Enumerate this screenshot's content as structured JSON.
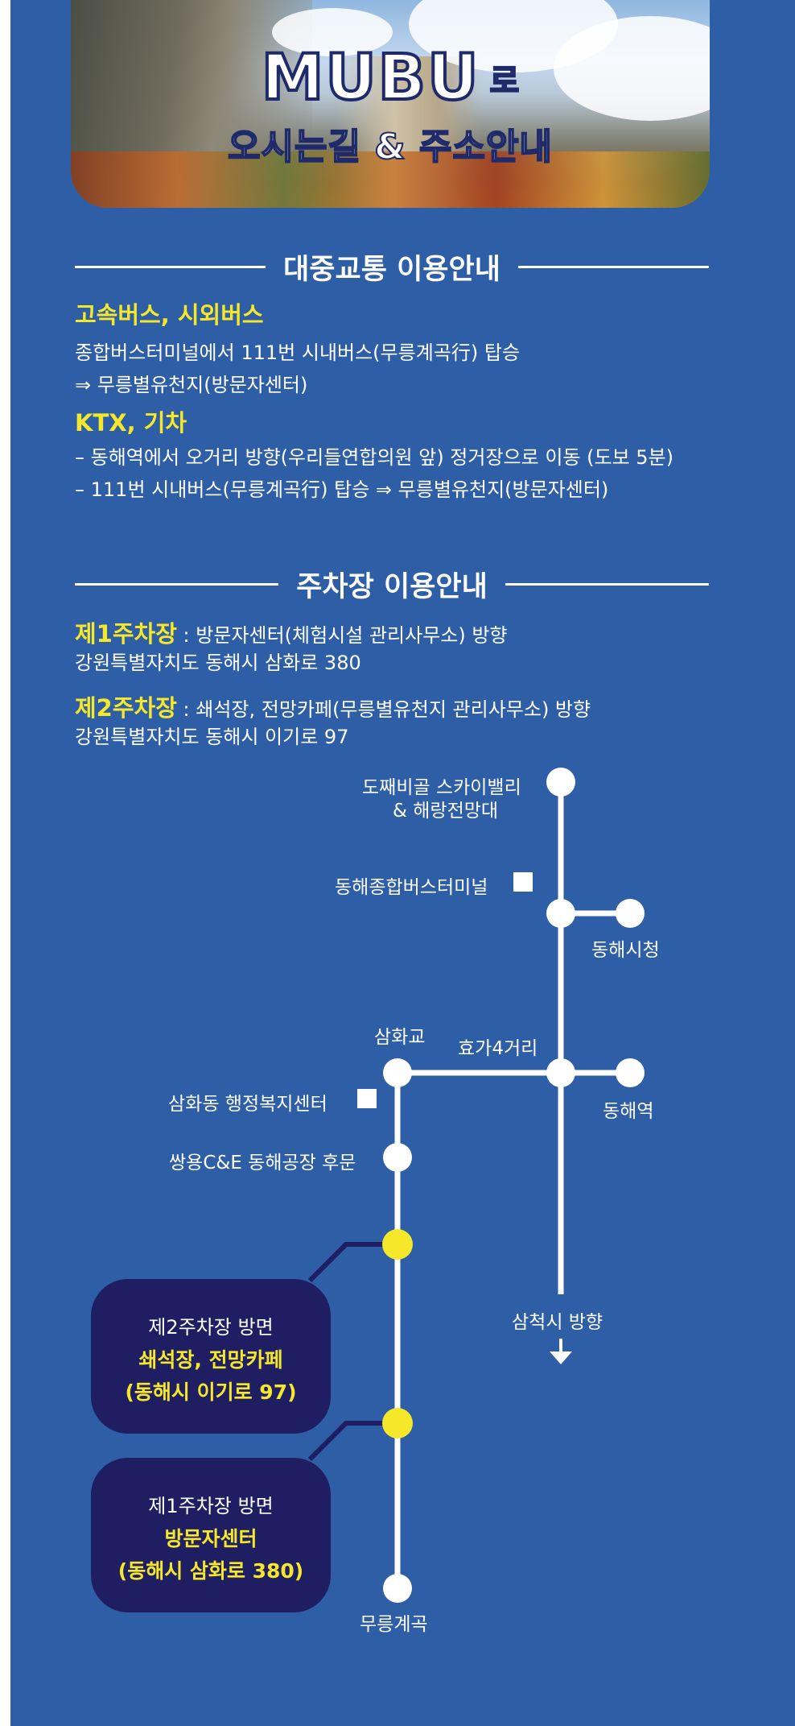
{
  "hero": {
    "logo_text": "MUBU",
    "logo_suffix": "로",
    "subtitle": "오시는길 & 주소안내"
  },
  "transit": {
    "heading": "대중교통 이용안내",
    "bus": {
      "title": "고속버스, 시외버스",
      "line1": "종합버스터미널에서 111번 시내버스(무릉계곡行) 탑승",
      "line2": "⇒ 무릉별유천지(방문자센터)"
    },
    "train": {
      "title": "KTX, 기차",
      "line1": "– 동해역에서 오거리 방향(우리들연합의원 앞) 정거장으로 이동 (도보 5분)",
      "line2": "– 111번 시내버스(무릉계곡行) 탑승 ⇒ 무릉별유천지(방문자센터)"
    }
  },
  "parking": {
    "heading": "주차장 이용안내",
    "lot1": {
      "label": "제1주차장",
      "desc": " : 방문자센터(체험시설 관리사무소) 방향",
      "address": "강원특별자치도 동해시 삼화로 380"
    },
    "lot2": {
      "label": "제2주차장",
      "desc": " : 쇄석장, 전망카페(무릉별유천지 관리사무소) 방향",
      "address": "강원특별자치도 동해시 이기로 97"
    }
  },
  "map": {
    "stops": {
      "dokkaebi_line1": "도째비골 스카이밸리",
      "dokkaebi_line2": "& 해랑전망대",
      "bus_terminal": "동해종합버스터미널",
      "city_hall": "동해시청",
      "samhwa_bridge": "삼화교",
      "hyoga": "효가4거리",
      "samhwa_center": "삼화동 행정복지센터",
      "donghae_station": "동해역",
      "ssangyong": "쌍용C&E 동해공장 후문",
      "samcheok": "삼척시 방향",
      "mureung": "무릉계곡"
    },
    "lot2_bubble": {
      "line1": "제2주차장 방면",
      "line2": "쇄석장, 전망카페",
      "line3": "(동해시 이기로 97)"
    },
    "lot1_bubble": {
      "line1": "제1주차장 방면",
      "line2": "방문자센터",
      "line3": "(동해시 삼화로 380)"
    }
  },
  "colors": {
    "background": "#2e5ea6",
    "highlight": "#f5e72a",
    "bubble": "#1f1e63",
    "parking_marker": "#f5e72a"
  }
}
